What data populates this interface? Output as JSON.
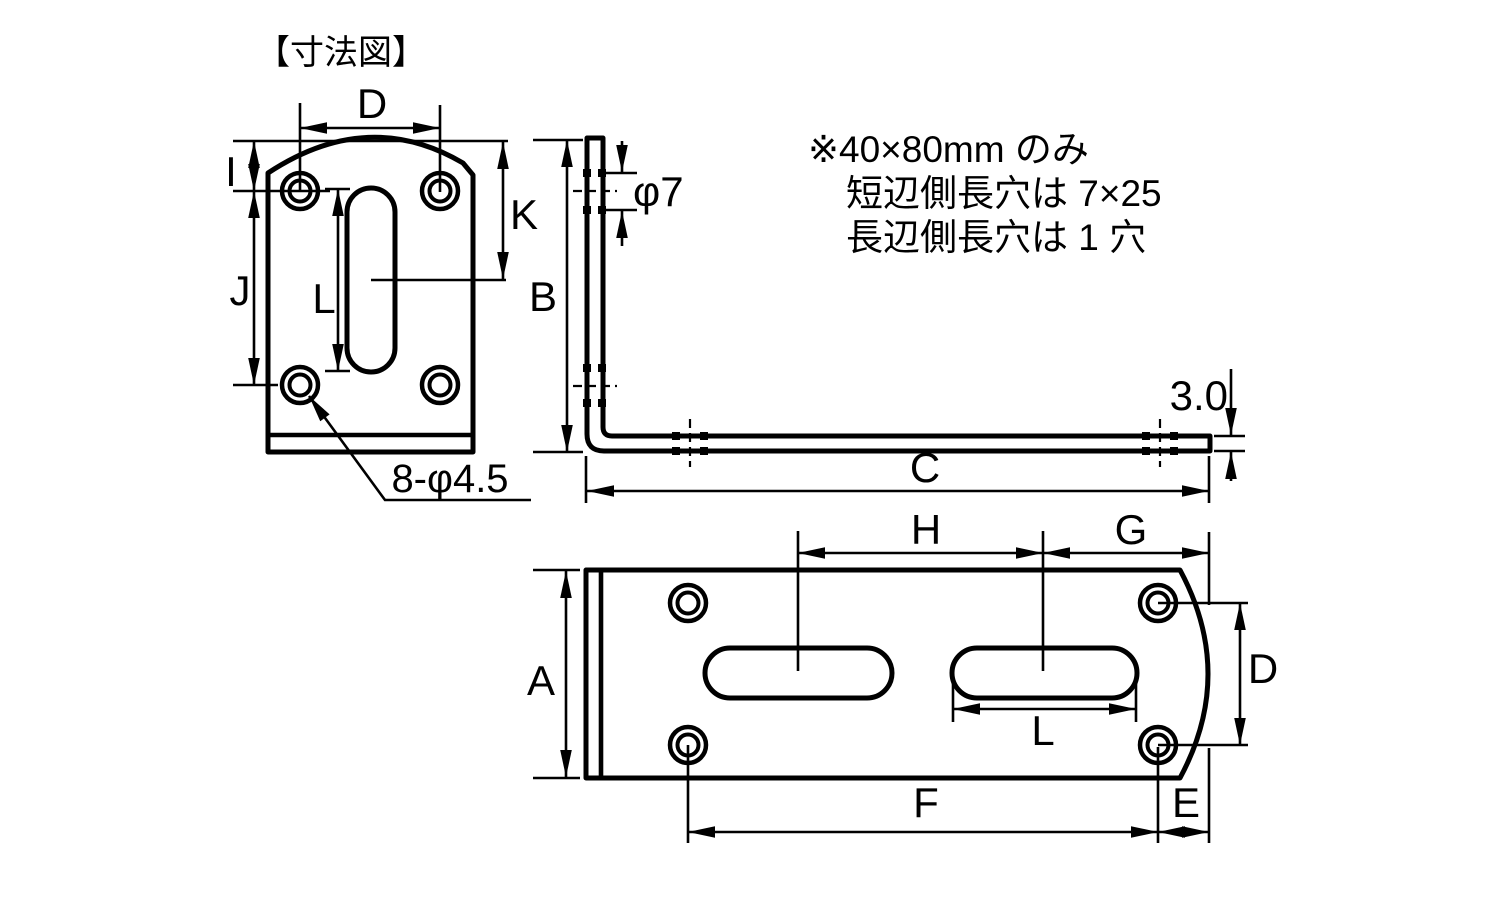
{
  "title": "【寸法図】",
  "note": {
    "line1": "※40×80mm のみ",
    "line2": "短辺側長穴は 7×25",
    "line3": "長辺側長穴は 1 穴"
  },
  "front_view": {
    "dim_top_hole_spacing": "D",
    "dim_top_edge_to_hole": "I",
    "dim_hole_spacing_vertical": "J",
    "dim_top_to_slot_center": "K",
    "dim_slot_length": "L",
    "dim_height": "B",
    "holes_note": "8-φ4.5"
  },
  "side_view": {
    "dim_hole_width": "φ7",
    "dim_leg_length": "C",
    "dim_thickness": "3.0"
  },
  "bottom_view": {
    "dim_width": "A",
    "dim_slot_center_spacing": "H",
    "dim_slot_center_to_end": "G",
    "dim_hole_spacing": "D",
    "dim_slot_length": "L",
    "dim_hole_span": "F",
    "dim_hole_to_end": "E"
  },
  "colors": {
    "line": "#000000",
    "background": "#ffffff"
  }
}
